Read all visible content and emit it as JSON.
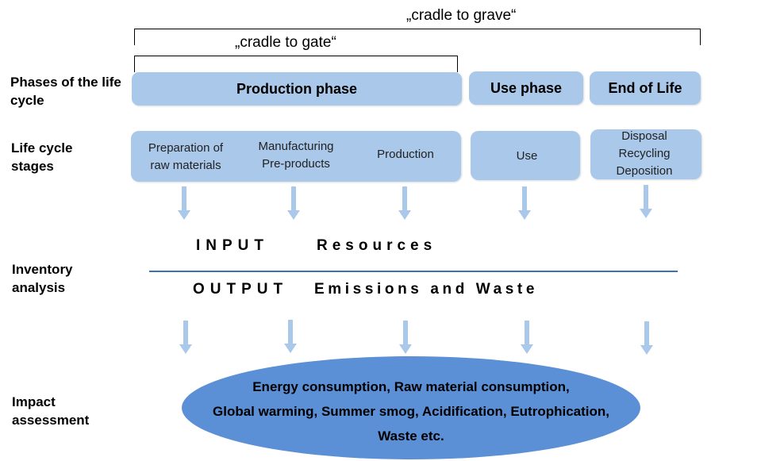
{
  "brackets": {
    "grave_label": "„cradle to grave“",
    "gate_label": "„cradle to gate“"
  },
  "row_labels": {
    "phases": "Phases of the life cycle",
    "stages": "Life cycle stages",
    "inventory": "Inventory analysis",
    "impact": "Impact assessment"
  },
  "phases": {
    "production": "Production phase",
    "use": "Use phase",
    "end_of_life": "End of Life"
  },
  "stages": {
    "raw_materials": "Preparation of\nraw materials",
    "manufacturing": "Manufacturing\nPre-products",
    "production": "Production",
    "use": "Use",
    "disposal": "Disposal\nRecycling\nDeposition"
  },
  "inventory": {
    "input_label": "INPUT",
    "input_value": "Resources",
    "output_label": "OUTPUT",
    "output_value": "Emissions and Waste"
  },
  "impact": {
    "line1": "Energy consumption, Raw material consumption,",
    "line2": "Global warming, Summer smog, Acidification, Eutrophication,",
    "line3": "Waste etc."
  },
  "colors": {
    "box_fill": "#a9c8ea",
    "arrow_fill": "#a9c8ea",
    "divider": "#3b73b2",
    "ellipse_fill": "#5b8fd6"
  }
}
